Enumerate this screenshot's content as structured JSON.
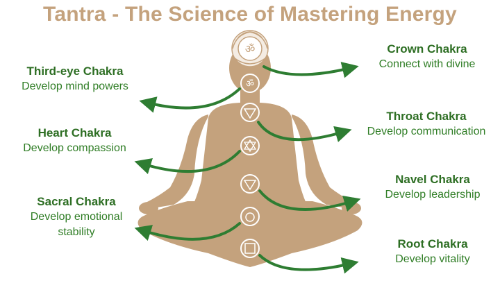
{
  "title": "Tantra - The Science of Mastering Energy",
  "chakras": [
    {
      "name": "Crown Chakra",
      "desc": "Connect with divine",
      "symbol": "om-icon"
    },
    {
      "name": "Third-eye Chakra",
      "desc": "Develop mind powers",
      "symbol": "ksham-icon"
    },
    {
      "name": "Throat Chakra",
      "desc": "Develop communication",
      "symbol": "ham-icon"
    },
    {
      "name": "Heart Chakra",
      "desc": "Develop compassion",
      "symbol": "yam-icon"
    },
    {
      "name": "Navel Chakra",
      "desc": "Develop leadership",
      "symbol": "ram-icon"
    },
    {
      "name": "Sacral Chakra",
      "desc": "Develop emotional",
      "desc2": "stability",
      "symbol": "vam-icon"
    },
    {
      "name": "Root Chakra",
      "desc": "Develop vitality",
      "symbol": "lam-icon"
    }
  ],
  "colors": {
    "title": "#c4a27d",
    "figure": "#c4a27d",
    "arrow": "#2e7d32",
    "label": "#2d6e23",
    "chakra_symbol": "#ffffff"
  }
}
